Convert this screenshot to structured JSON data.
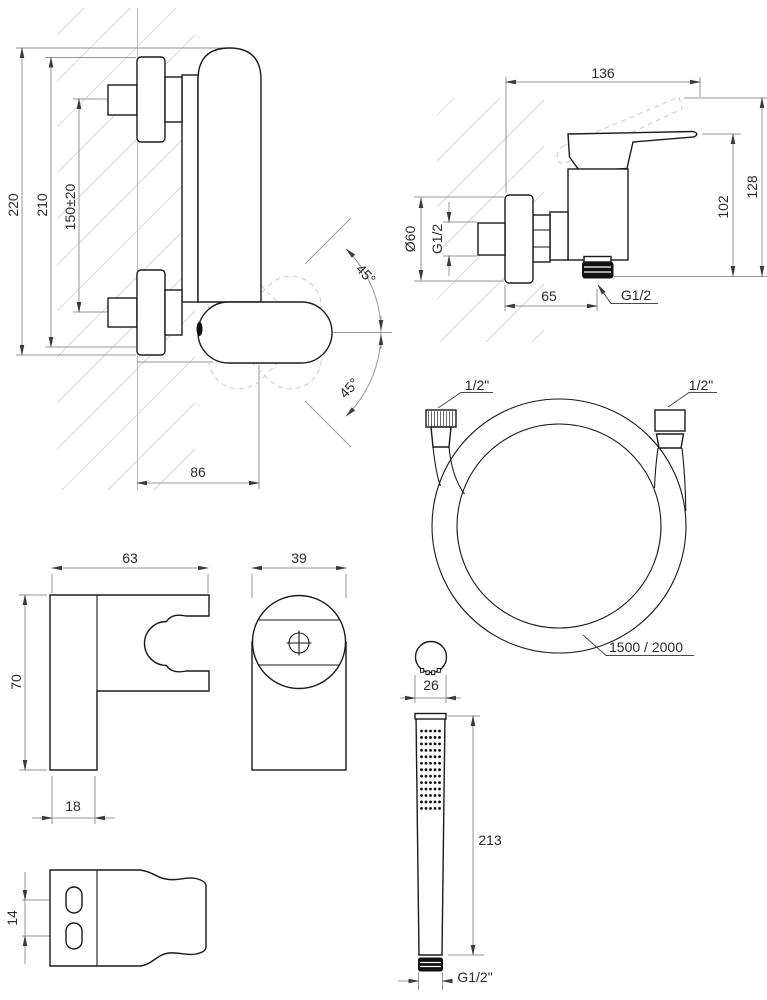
{
  "palette": {
    "part_line": "#1a1a1a",
    "dim_line": "#969696",
    "arrow": "#3a3a3a",
    "ghost_dashed": "#cfcfcf",
    "hatch": "#d6d6d6",
    "text": "#2b2b2b",
    "background": "#ffffff"
  },
  "views": {
    "mixer_side": {
      "dims": {
        "total_height": "220",
        "escutcheon_span": "210",
        "inlet_spacing": "150±20",
        "depth_from_wall": "86",
        "handle_swing_up": "45°",
        "handle_swing_down": "45°"
      }
    },
    "mixer_front": {
      "dims": {
        "width": "136",
        "total_height": "128",
        "body_height": "102",
        "escutcheon_diameter": "Ø60",
        "inlet_thread": "G1/2",
        "outlet_offset": "65",
        "outlet_thread": "G1/2"
      }
    },
    "hose": {
      "left_connector_thread": "1/2\"",
      "right_connector_thread": "1/2\"",
      "length_variants": "1500 / 2000"
    },
    "holder": {
      "side": {
        "width": "63",
        "height": "70",
        "plate_depth": "18"
      },
      "front": {
        "width": "39"
      },
      "top": {
        "slot_spacing": "14"
      }
    },
    "handshower": {
      "head_diameter": "26",
      "length": "213",
      "connection_thread": "G1/2\""
    }
  }
}
